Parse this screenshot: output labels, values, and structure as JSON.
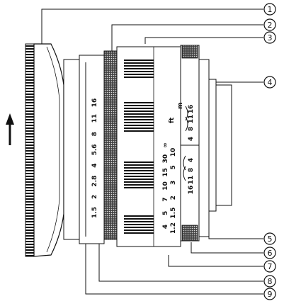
{
  "callouts": [
    "1",
    "2",
    "3",
    "4",
    "5",
    "6",
    "7",
    "8",
    "9"
  ],
  "aperture_scale": [
    "1.5",
    "2",
    "2.8",
    "4",
    "5.6",
    "8",
    "11",
    "16"
  ],
  "distance_ft": [
    "4",
    "5",
    "7",
    "10",
    "15",
    "30",
    "∞"
  ],
  "distance_m": [
    "1.2",
    "1.5",
    "2",
    "3",
    "5",
    "10"
  ],
  "dof_scale_upper": [
    "4",
    "8",
    "11",
    "16"
  ],
  "dof_scale_lower": [
    "16",
    "11",
    "8",
    "4"
  ],
  "unit_ft": "ft",
  "unit_m": "m",
  "arrow": "up-arrow"
}
